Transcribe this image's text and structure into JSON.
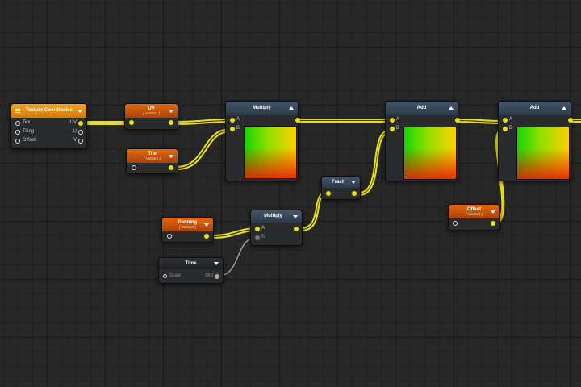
{
  "nodes": {
    "tex_coords": {
      "title": "Texture Coordinates",
      "inputs": [
        "Tex",
        "Tiling",
        "Offset"
      ],
      "outputs": [
        "UV",
        "U",
        "V"
      ]
    },
    "uv": {
      "title": "UV",
      "subtitle": "( Vector2 )"
    },
    "tile": {
      "title": "Tile",
      "subtitle": "( Vector2 )"
    },
    "panning": {
      "title": "Panning",
      "subtitle": "( Vector2 )"
    },
    "time": {
      "title": "Time",
      "input": "Scale",
      "output": "Out"
    },
    "multiply1": {
      "title": "Multiply",
      "a": "A",
      "b": "B"
    },
    "multiply2": {
      "title": "Multiply",
      "a": "A",
      "b": "B"
    },
    "fract": {
      "title": "Fract"
    },
    "add1": {
      "title": "Add",
      "a": "A",
      "b": "B"
    },
    "add2": {
      "title": "Add",
      "a": "A",
      "b": "B"
    },
    "offset": {
      "title": "Offset",
      "subtitle": "( Vector2 )"
    }
  },
  "colors": {
    "wire": "#e9e10f",
    "wire_grey": "#9a9a9a",
    "header_blue": "#3a4b60",
    "header_orange": "#d95f0b"
  }
}
